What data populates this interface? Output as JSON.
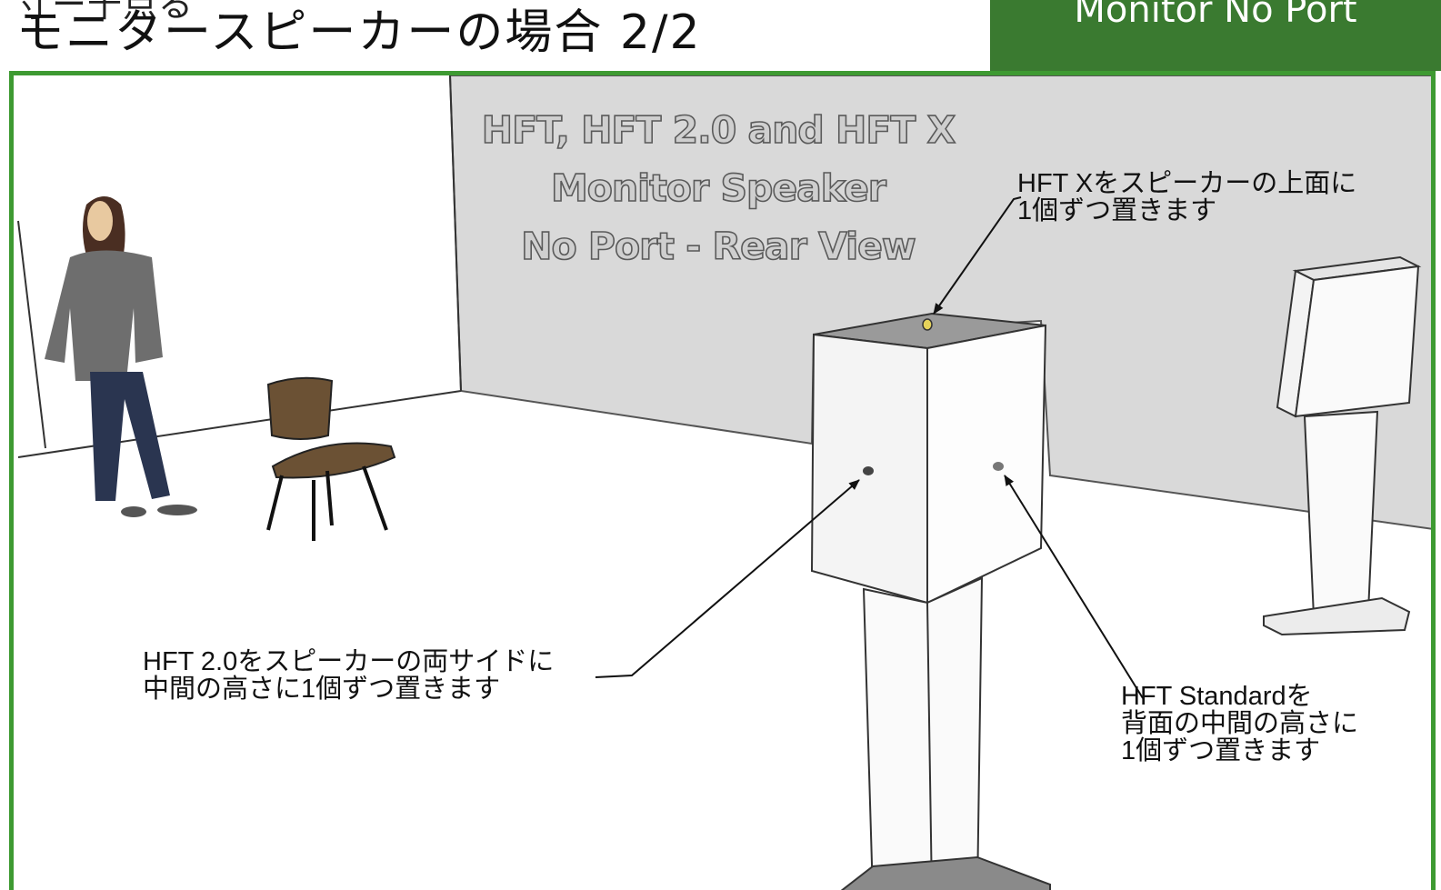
{
  "header": {
    "title_top": "寸ー千点る",
    "title": "モニタースピーカーの場合 2/2",
    "badge": "Monitor No Port"
  },
  "scene": {
    "wall_title": [
      "HFT, HFT 2.0 and HFT X",
      "Monitor Speaker",
      "No Port - Rear View"
    ],
    "callouts": {
      "top": [
        "HFT Xをスピーカーの上面に",
        "1個ずつ置きます"
      ],
      "left": [
        "HFT 2.0をスピーカーの両サイドに",
        "中間の高さに1個ずつ置きます"
      ],
      "right": [
        "HFT Standardを",
        "背面の中間の高さに",
        "1個ずつ置きます"
      ]
    }
  },
  "colors": {
    "frame": "#3e9a32",
    "badge": "#3a7a30",
    "wall": "#d9d9d9"
  }
}
